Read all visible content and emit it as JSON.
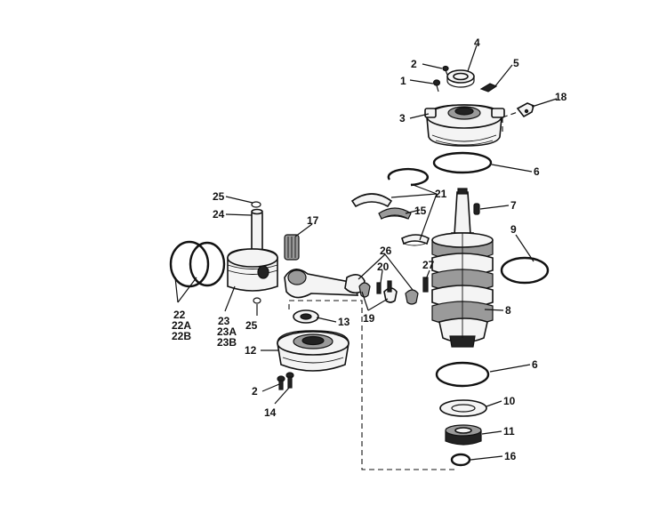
{
  "labels": {
    "l1": "1",
    "l2a": "2",
    "l3": "3",
    "l4": "4",
    "l5": "5",
    "l18": "18",
    "l6a": "6",
    "l21": "21",
    "l7": "7",
    "l15": "15",
    "l25a": "25",
    "l24": "24",
    "l17": "17",
    "l26": "26",
    "l9": "9",
    "l27": "27",
    "l20": "20",
    "l8": "8",
    "l19": "19",
    "l13": "13",
    "l22": "22",
    "l22a": "22A",
    "l22b": "22B",
    "l23": "23",
    "l23a": "23A",
    "l23b": "23B",
    "l25b": "25",
    "l12": "12",
    "l6b": "6",
    "l2b": "2",
    "l14": "14",
    "l10": "10",
    "l11": "11",
    "l16": "16"
  }
}
